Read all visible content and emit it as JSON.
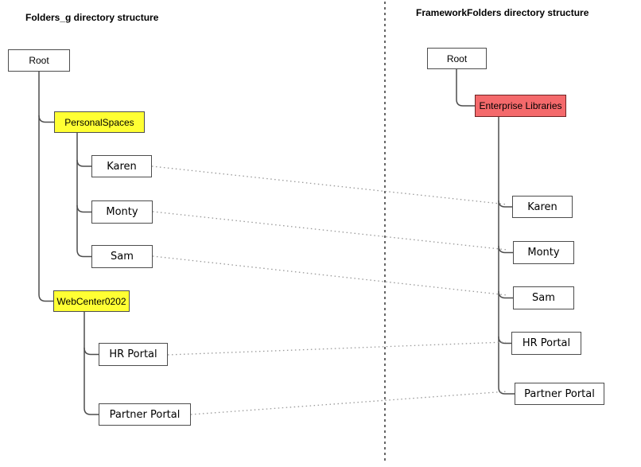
{
  "left_panel": {
    "title": "Folders_g directory structure",
    "nodes": {
      "root": "Root",
      "personal_spaces": "PersonalSpaces",
      "karen": "Karen",
      "monty": "Monty",
      "sam": "Sam",
      "webcenter": "WebCenter0202",
      "hr_portal": "HR Portal",
      "partner_portal": "Partner Portal"
    }
  },
  "right_panel": {
    "title": "FrameworkFolders directory structure",
    "nodes": {
      "root": "Root",
      "enterprise_libraries": "Enterprise Libraries",
      "karen": "Karen",
      "monty": "Monty",
      "sam": "Sam",
      "hr_portal": "HR Portal",
      "partner_portal": "Partner Portal"
    }
  },
  "mappings": [
    {
      "from": "Karen",
      "to": "Karen"
    },
    {
      "from": "Monty",
      "to": "Monty"
    },
    {
      "from": "Sam",
      "to": "Sam"
    },
    {
      "from": "HR Portal",
      "to": "HR Portal"
    },
    {
      "from": "Partner Portal",
      "to": "Partner Portal"
    }
  ],
  "colors": {
    "highlight_yellow": "#ffff33",
    "highlight_red": "#f4696b",
    "tree_line": "#4d4d4d",
    "mapping_line": "#999999",
    "divider_line": "#333333",
    "node_background": "#ffffff",
    "node_border": "#4d4d4d"
  }
}
